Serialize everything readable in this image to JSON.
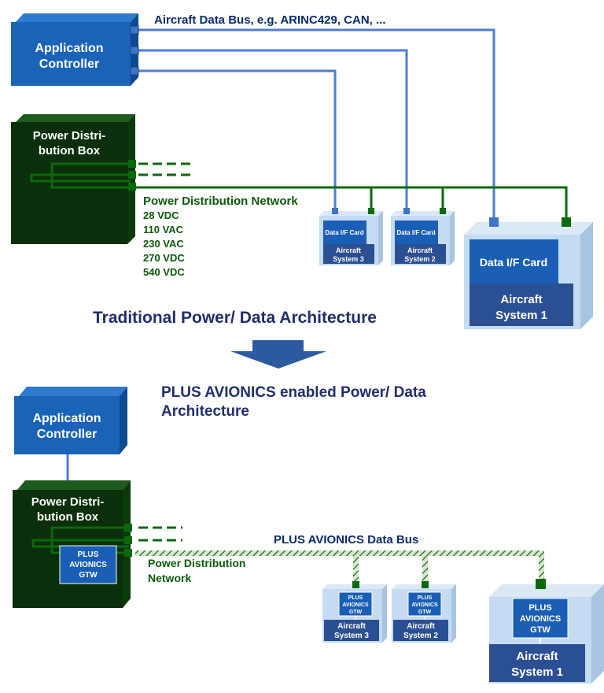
{
  "colors": {
    "blue_box": "#1a63b7",
    "blue_box_side": "#0d4a93",
    "dark_green": "#0a2f0a",
    "green_line": "#0a6a0a",
    "data_line": "#4f7ed4",
    "light_box": "#c5dbf2",
    "card_blue": "#1a5fb5",
    "system_navy": "#2b4f93",
    "title_navy": "#1f2f6b"
  },
  "top": {
    "data_bus_label": "Aircraft Data Bus, e.g. ARINC429, CAN, ...",
    "app_controller": {
      "line1": "Application",
      "line2": "Controller"
    },
    "pdb": {
      "line1": "Power Distri-",
      "line2": "bution Box"
    },
    "power_network": {
      "title": "Power Distribution Network",
      "voltages": [
        "28 VDC",
        "110 VAC",
        "230 VAC",
        "270 VDC",
        "540 VDC"
      ]
    },
    "system3": {
      "card": "Data I/F Card",
      "line1": "Aircraft",
      "line2": "System 3"
    },
    "system2": {
      "card": "Data I/F Card",
      "line1": "Aircraft",
      "line2": "System 2"
    },
    "system1": {
      "card": "Data I/F Card",
      "line1": "Aircraft",
      "line2": "System 1"
    },
    "section_title": "Traditional Power/ Data Architecture"
  },
  "bottom": {
    "title_line1": "PLUS AVIONICS enabled Power/ Data",
    "title_line2": "Architecture",
    "app_controller": {
      "line1": "Application",
      "line2": "Controller"
    },
    "pdb": {
      "line1": "Power Distri-",
      "line2": "bution Box"
    },
    "gtw": {
      "line1": "PLUS",
      "line2": "AVIONICS",
      "line3": "GTW"
    },
    "data_bus_label": "PLUS AVIONICS Data Bus",
    "power_network": {
      "line1": "Power Distribution",
      "line2": "Network"
    },
    "system3": {
      "gtw1": "PLUS",
      "gtw2": "AVIONICS",
      "gtw3": "GTW",
      "line1": "Aircraft",
      "line2": "System 3"
    },
    "system2": {
      "gtw1": "PLUS",
      "gtw2": "AVIONICS",
      "gtw3": "GTW",
      "line1": "Aircraft",
      "line2": "System 2"
    },
    "system1": {
      "gtw1": "PLUS",
      "gtw2": "AVIONICS",
      "gtw3": "GTW",
      "line1": "Aircraft",
      "line2": "System 1"
    }
  }
}
